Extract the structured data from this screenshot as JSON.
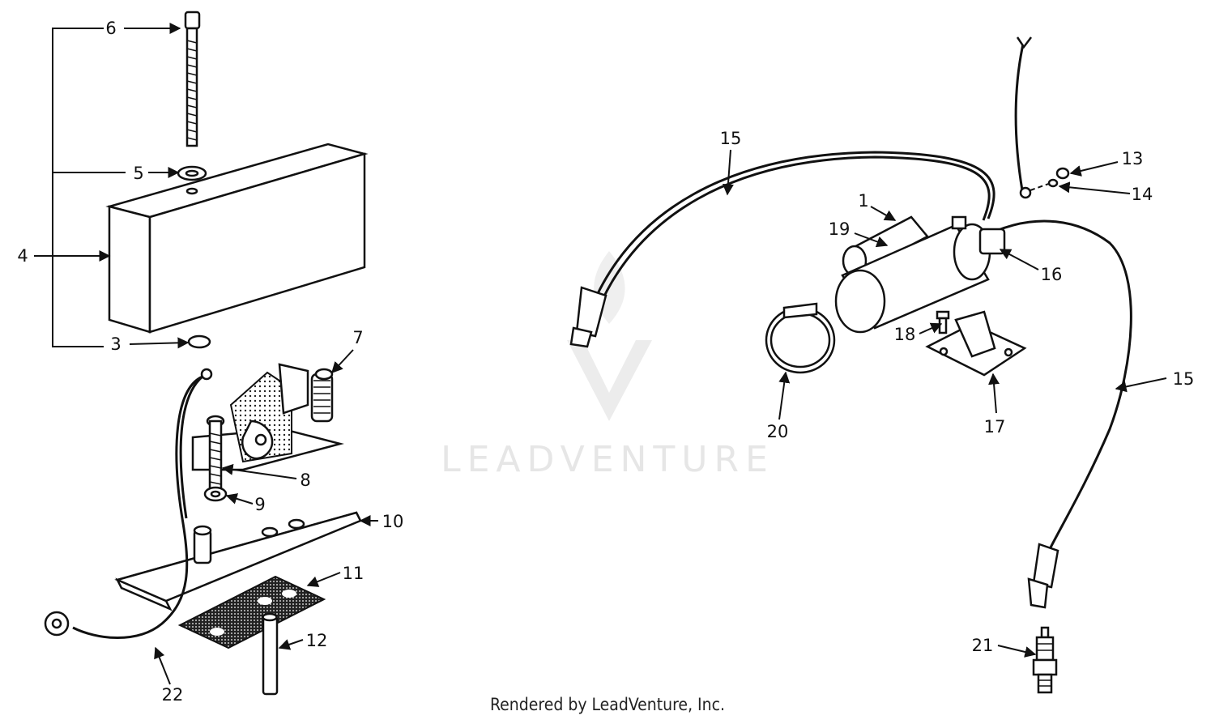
{
  "watermark": {
    "brand": "LEADVENTURE"
  },
  "footer": "Rendered by LeadVenture, Inc.",
  "callouts": {
    "c1": "1",
    "c3": "3",
    "c4": "4",
    "c5": "5",
    "c6": "6",
    "c7": "7",
    "c8": "8",
    "c9": "9",
    "c10": "10",
    "c11": "11",
    "c12": "12",
    "c13": "13",
    "c14": "14",
    "c15a": "15",
    "c15b": "15",
    "c16": "16",
    "c17": "17",
    "c18": "18",
    "c19": "19",
    "c20": "20",
    "c21": "21",
    "c22": "22"
  }
}
